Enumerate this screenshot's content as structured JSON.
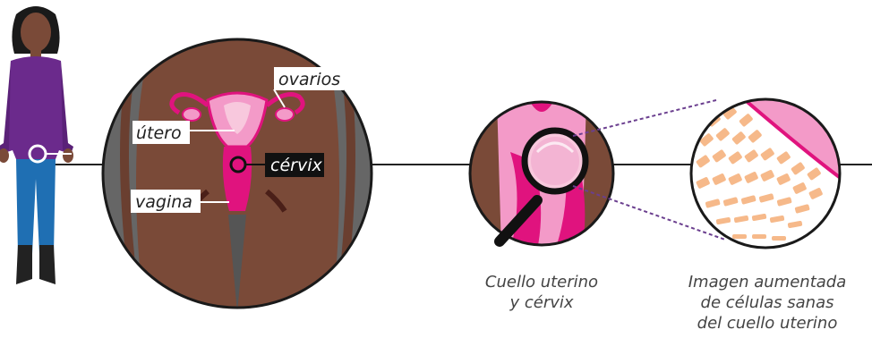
{
  "labels": {
    "ovaries": "ovarios",
    "uterus": "útero",
    "cervix": "cérvix",
    "vagina": "vagina"
  },
  "captions": {
    "cervix_closeup": [
      "Cuello uterino",
      "y cérvix"
    ],
    "magnified": [
      "Imagen aumentada",
      "de células sanas",
      "del cuello uterino"
    ]
  },
  "colors": {
    "skin": "#7a4a38",
    "magenta": "#e0137e",
    "pink": "#f39ac8",
    "light_pink": "#f8c8dd",
    "purple_top": "#6b2a8c",
    "jeans": "#1f6fb3",
    "cell": "#f6b98a",
    "dotted_line": "#6b3f8f"
  }
}
